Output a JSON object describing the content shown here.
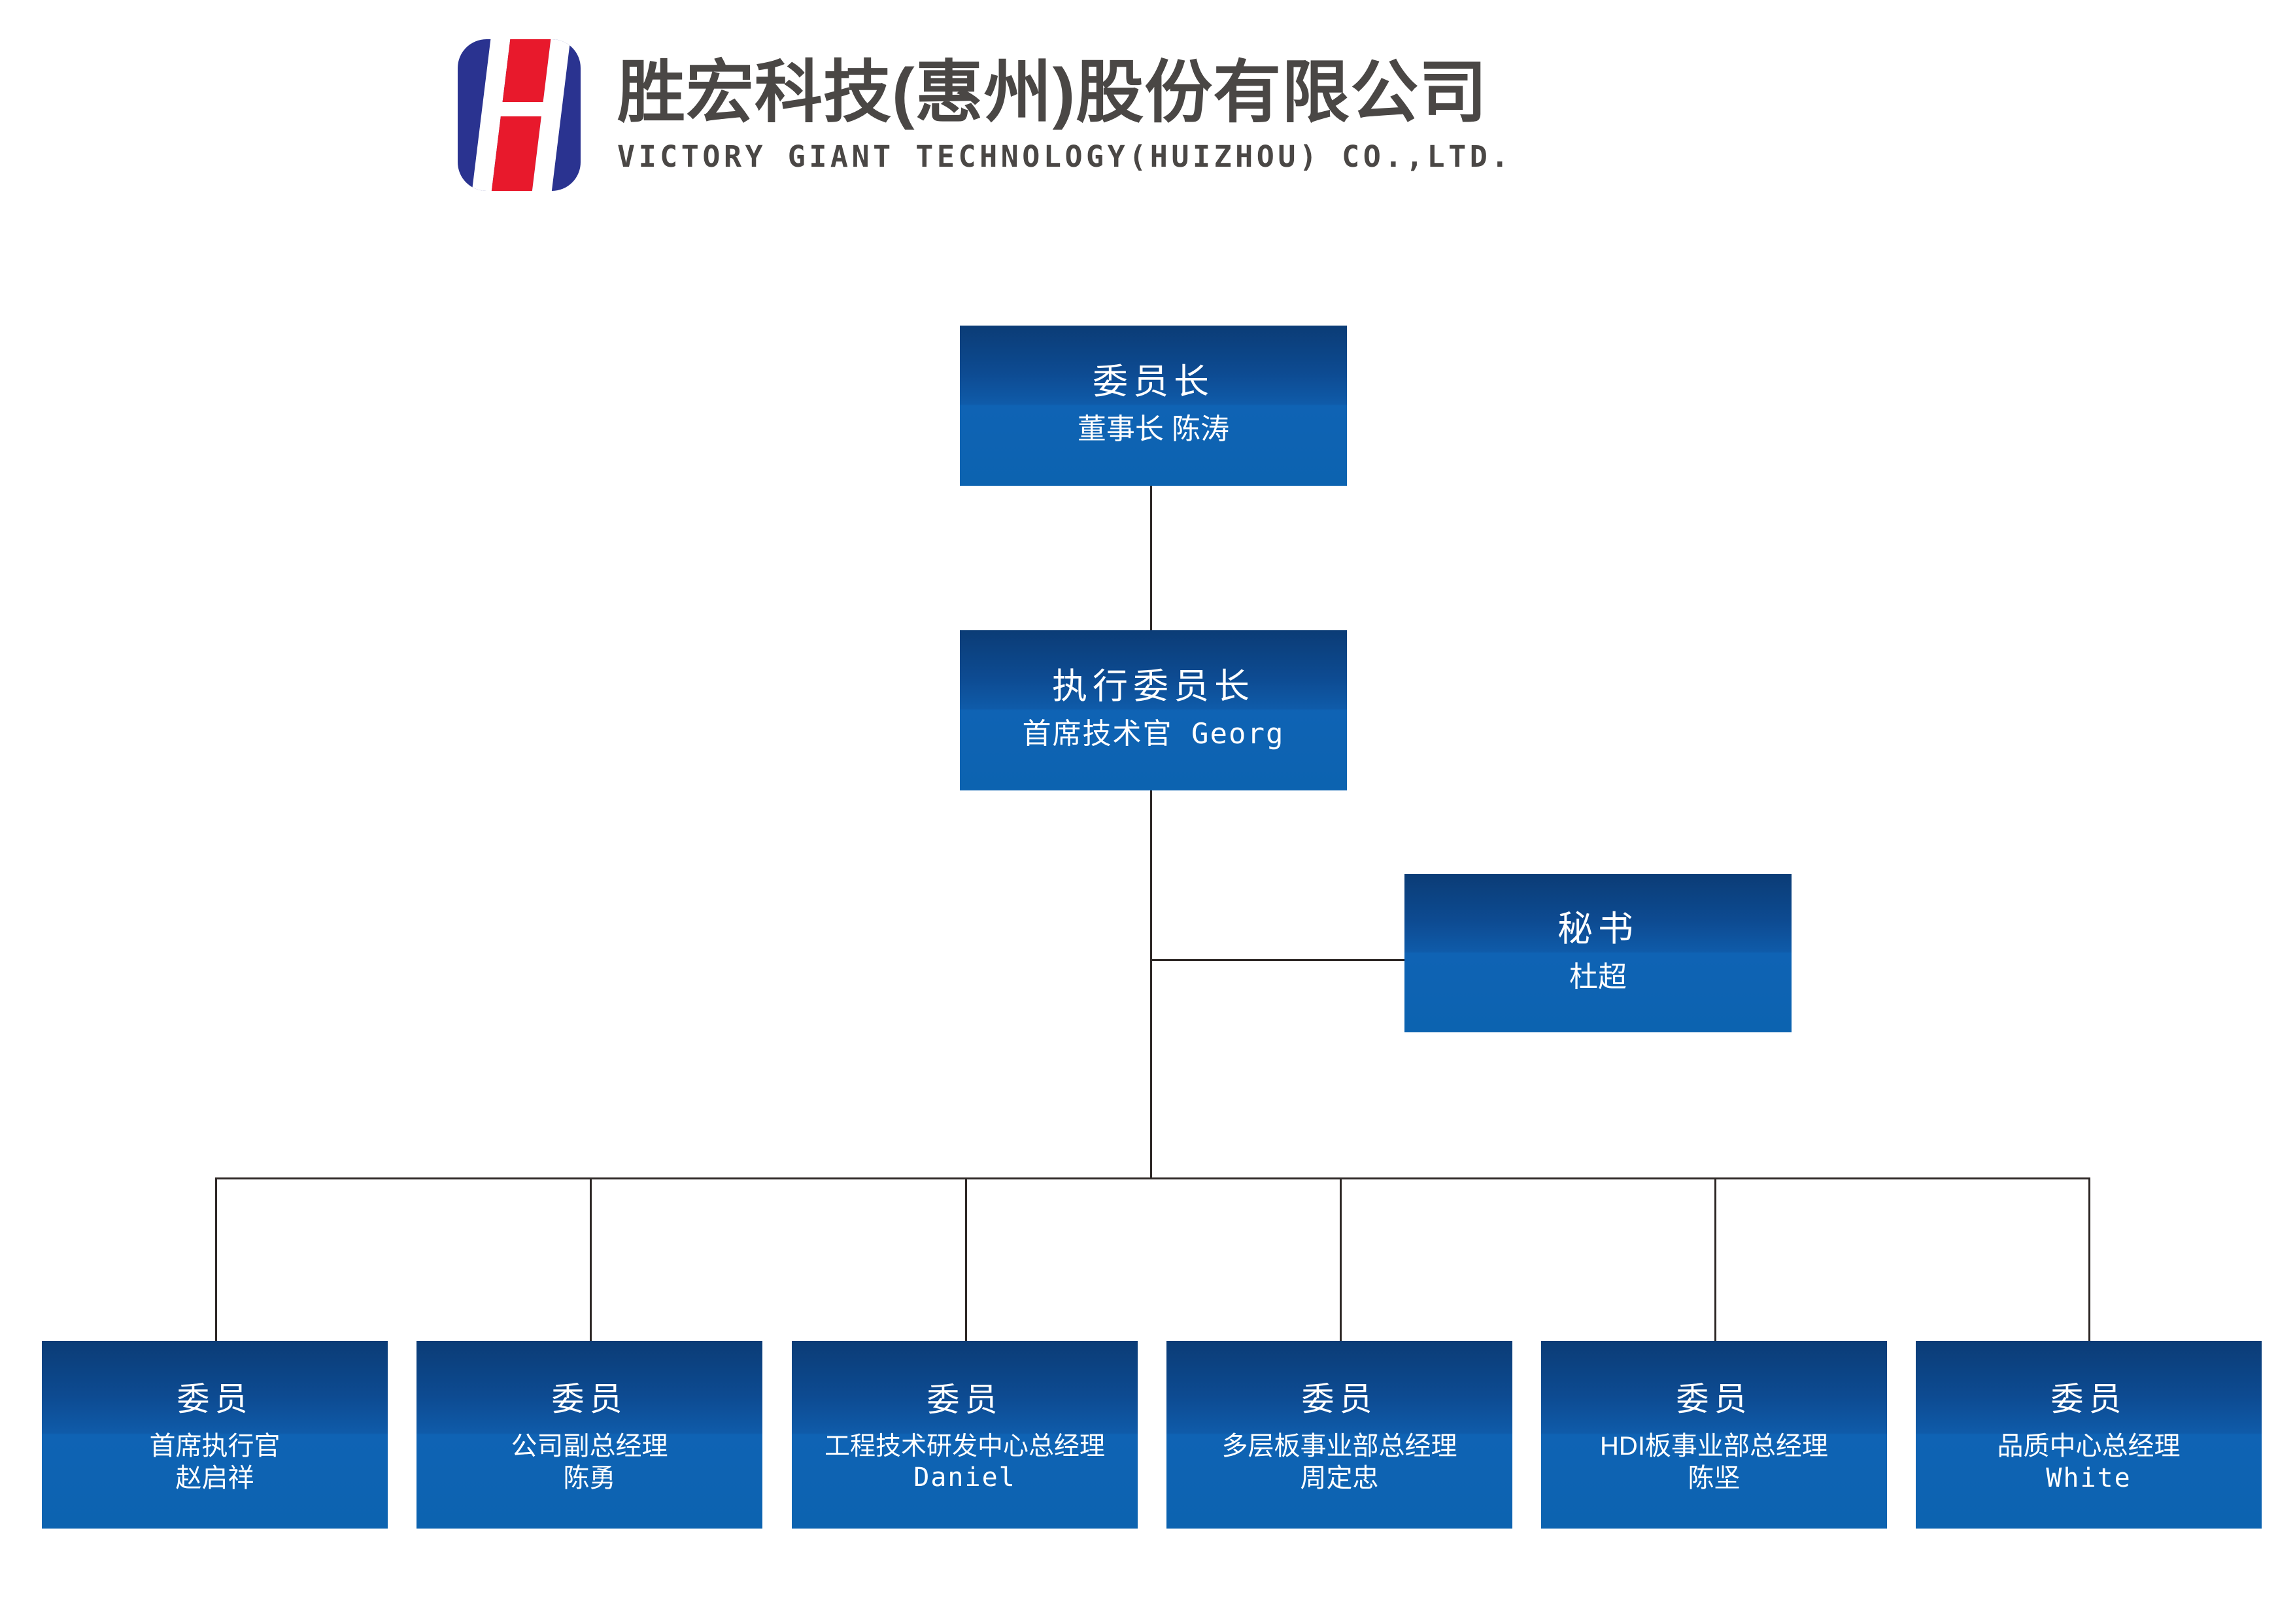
{
  "header": {
    "logo_alt": "victory-giant-logo",
    "title_cn": "胜宏科技(惠州)股份有限公司",
    "title_en": "VICTORY GIANT TECHNOLOGY(HUIZHOU) CO.,LTD."
  },
  "colors": {
    "node_top": "#0b3c76",
    "node_bottom": "#0c63b0",
    "logo_blue": "#2a3390",
    "logo_red": "#e8192c",
    "title_gray": "#4a4745",
    "connector": "#2e2826"
  },
  "chart": {
    "type": "org-chart",
    "nodes": {
      "chairman": {
        "title": "委员长",
        "sub1": "董事长 陈涛"
      },
      "executive": {
        "title": "执行委员长",
        "sub1": "首席技术官 Georg"
      },
      "secretary": {
        "title": "秘书",
        "sub1": "杜超"
      }
    },
    "members": [
      {
        "title": "委员",
        "sub1": "首席执行官",
        "sub2": "赵启祥"
      },
      {
        "title": "委员",
        "sub1": "公司副总经理",
        "sub2": "陈勇"
      },
      {
        "title": "委员",
        "sub1": "工程技术研发中心总经理",
        "sub2": "Daniel"
      },
      {
        "title": "委员",
        "sub1": "多层板事业部总经理",
        "sub2": "周定忠"
      },
      {
        "title": "委员",
        "sub1": "HDI板事业部总经理",
        "sub2": "陈坚"
      },
      {
        "title": "委员",
        "sub1": "品质中心总经理",
        "sub2": "White"
      }
    ]
  }
}
